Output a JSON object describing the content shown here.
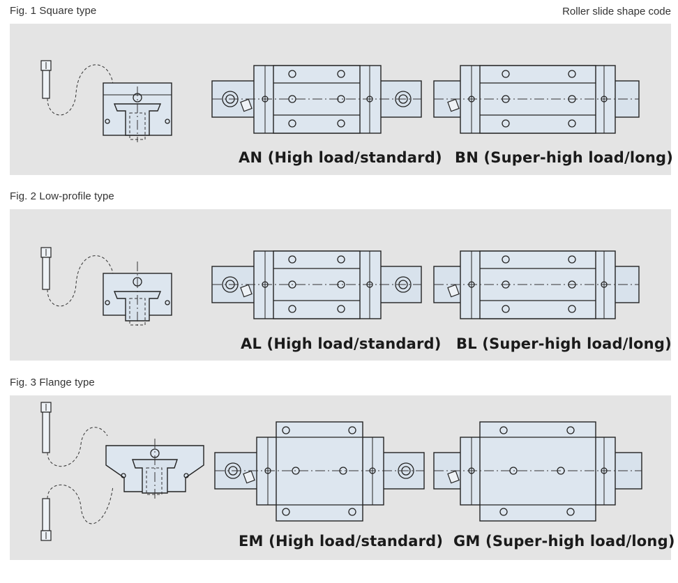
{
  "header": {
    "shape_code_label": "Roller slide shape code"
  },
  "figures": [
    {
      "title": "Fig. 1 Square type",
      "variant": "square",
      "models": [
        {
          "code_label": "AN (High load/standard)"
        },
        {
          "code_label": "BN (Super-high load/long)"
        }
      ]
    },
    {
      "title": "Fig. 2 Low-profile type",
      "variant": "low-profile",
      "models": [
        {
          "code_label": "AL (High load/standard)"
        },
        {
          "code_label": "BL (Super-high load/long)"
        }
      ]
    },
    {
      "title": "Fig. 3 Flange type",
      "variant": "flange",
      "models": [
        {
          "code_label": "EM (High load/standard)"
        },
        {
          "code_label": "GM (Super-high load/long)"
        }
      ]
    }
  ]
}
